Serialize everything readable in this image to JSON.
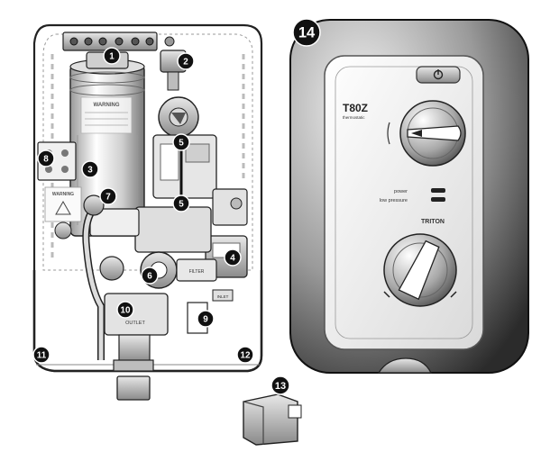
{
  "callouts": [
    {
      "id": "1",
      "label": "1"
    },
    {
      "id": "2",
      "label": "2"
    },
    {
      "id": "3",
      "label": "3"
    },
    {
      "id": "4",
      "label": "4"
    },
    {
      "id": "5a",
      "label": "5"
    },
    {
      "id": "5b",
      "label": "5"
    },
    {
      "id": "6",
      "label": "6"
    },
    {
      "id": "7",
      "label": "7"
    },
    {
      "id": "8",
      "label": "8"
    },
    {
      "id": "9",
      "label": "9"
    },
    {
      "id": "10",
      "label": "10"
    },
    {
      "id": "11",
      "label": "11"
    },
    {
      "id": "12",
      "label": "12"
    },
    {
      "id": "13",
      "label": "13"
    },
    {
      "id": "14",
      "label": "14"
    }
  ],
  "unit_labels": {
    "warning_tank": "WARNING",
    "warning_left": "WARNING",
    "outlet": "OUTLET",
    "inlet": "INLET",
    "filter": "FILTER"
  },
  "front_panel": {
    "model": "T80Z",
    "model_sub": "thermostatic",
    "indicator_power": "power",
    "indicator_low_pressure": "low pressure",
    "brand": "TRITON"
  }
}
